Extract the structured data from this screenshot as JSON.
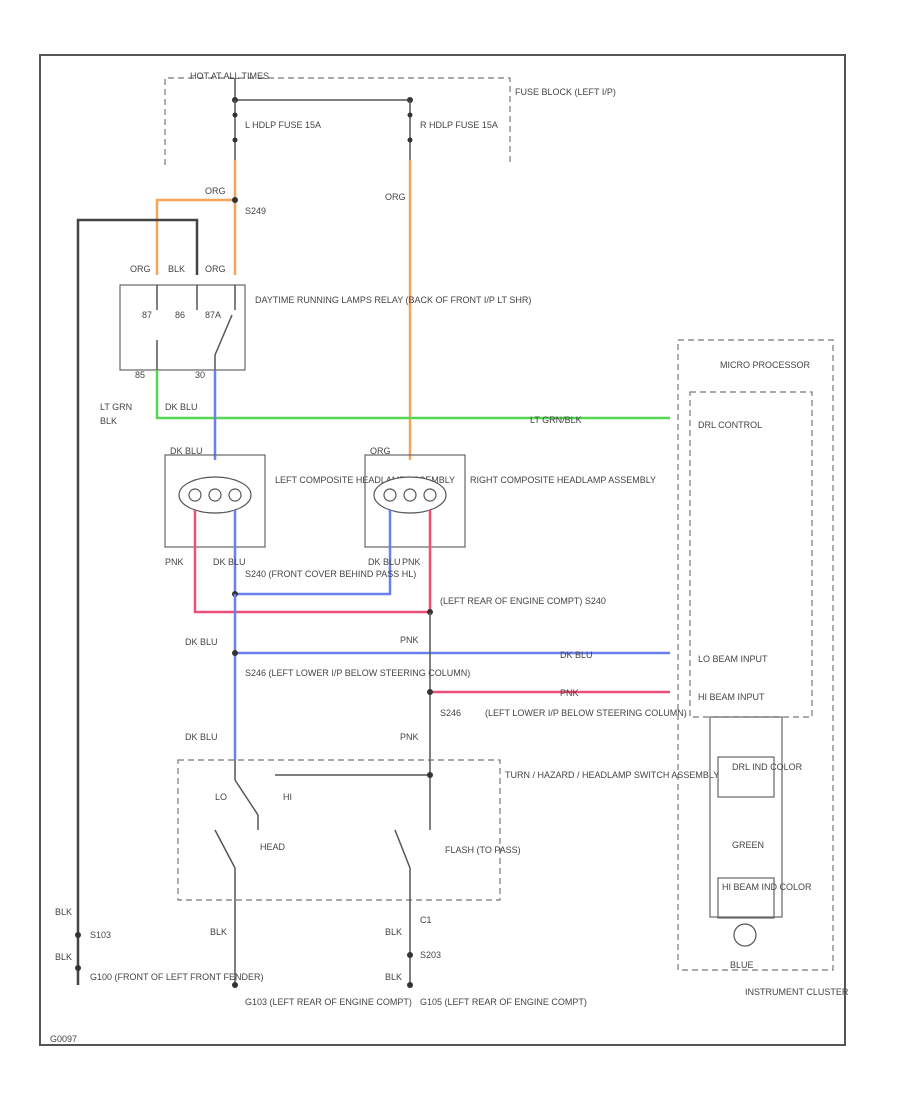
{
  "fuse_block": {
    "title": "HOT AT ALL TIMES",
    "label": "FUSE BLOCK (LEFT I/P)",
    "left_fuse": "L HDLP FUSE 15A",
    "right_fuse": "R HDLP FUSE 15A"
  },
  "splices": {
    "s249": "S249",
    "s240_front": "S240 (FRONT COVER BEHIND PASS HL)",
    "s240_rear": "(LEFT REAR OF ENGINE COMPT) S240",
    "s246": "S246 (LEFT LOWER I/P BELOW STEERING COLUMN)",
    "s246b": "S246",
    "s246b_loc": "(LEFT LOWER I/P BELOW STEERING COLUMN)",
    "s103": "S103",
    "s203": "S203"
  },
  "relay": {
    "label": "DAYTIME RUNNING LAMPS RELAY (BACK OF FRONT I/P LT SHR)",
    "pin_87": "87",
    "pin_86": "86",
    "pin_30": "30",
    "pin_85": "85",
    "pin_87a": "87A"
  },
  "headlamps": {
    "left": "LEFT COMPOSITE HEADLAMP ASSEMBLY",
    "right": "RIGHT COMPOSITE HEADLAMP ASSEMBLY",
    "left_conn": "DK BLU",
    "right_conn": "ORG"
  },
  "switch": {
    "label": "TURN / HAZARD / HEADLAMP SWITCH ASSEMBLY",
    "lo": "LO",
    "hi": "HI",
    "head": "HEAD",
    "flash": "FLASH (TO PASS)",
    "c1": "C1"
  },
  "cluster": {
    "label": "INSTRUMENT CLUSTER",
    "micro": "MICRO PROCESSOR",
    "drl": "DRL CONTROL",
    "lo_input": "LO BEAM INPUT",
    "hi_input": "HI BEAM INPUT",
    "drl_ind": "DRL IND COLOR",
    "green": "GREEN",
    "hi_ind": "HI BEAM IND COLOR",
    "blue": "BLUE"
  },
  "wires": {
    "org": "ORG",
    "blk": "BLK",
    "lt_grn": "LT GRN",
    "blk2": "BLK",
    "dk_blu": "DK BLU",
    "pnk": "PNK",
    "lt_grnblk": "LT GRN/BLK",
    "dk_blu2": "DK BLU",
    "pnk2": "PNK",
    "dk_blu3": "DK BLU",
    "pnk3": "PNK"
  },
  "grounds": {
    "g100": "G100 (FRONT OF LEFT FRONT FENDER)",
    "g103": "G103 (LEFT REAR OF ENGINE COMPT)",
    "g105": "G105 (LEFT REAR OF ENGINE COMPT)"
  },
  "figure_id": "G0097"
}
